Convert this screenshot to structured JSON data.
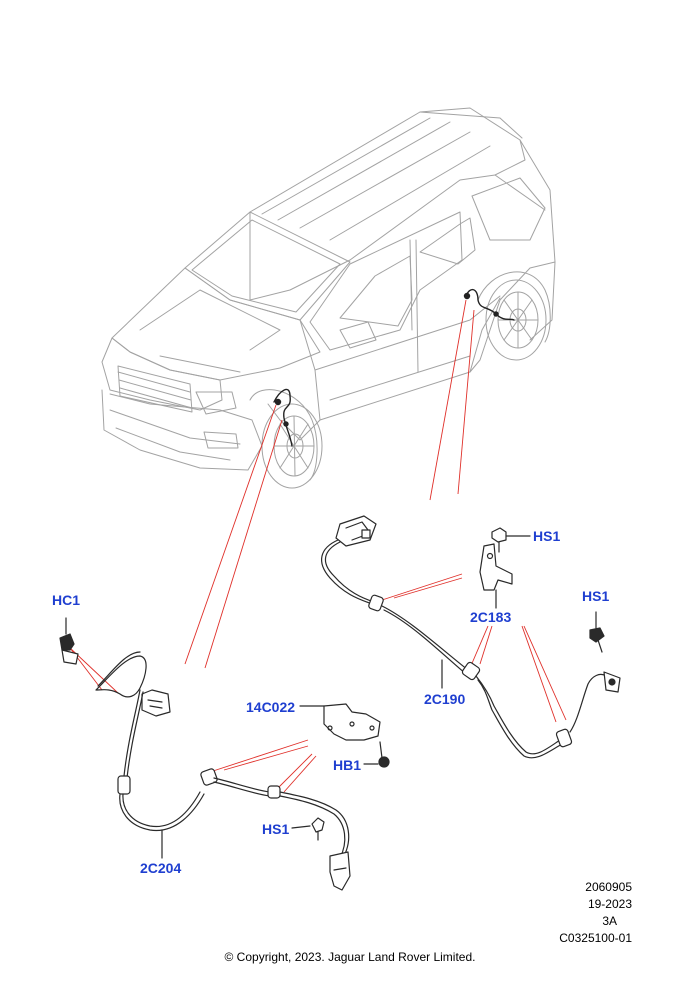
{
  "labels": {
    "hc1": "HC1",
    "hs1_top": "HS1",
    "hs1_right": "HS1",
    "hs1_bottom": "HS1",
    "hb1": "HB1",
    "part_2c183": "2C183",
    "part_2c190": "2C190",
    "part_2c204": "2C204",
    "part_14c022": "14C022"
  },
  "meta": {
    "ref_number": "2060905",
    "date_code": "19-2023",
    "revision": "3A",
    "illustration_id": "C0325100-01"
  },
  "copyright": "© Copyright, 2023. Jaguar Land Rover Limited.",
  "colors": {
    "callout": "#1f3fd0",
    "leader": "#e0302a",
    "linework": "#2a2a2a",
    "vehicle": "#9a9a9a"
  }
}
